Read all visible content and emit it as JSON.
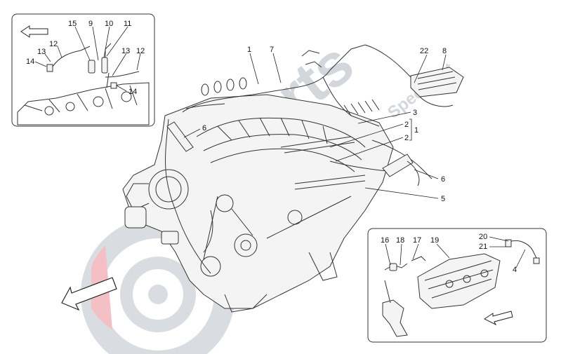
{
  "watermark": {
    "text_main": "Parts",
    "text_sub": "Specialist",
    "colors": {
      "grey": "#cfd3d8",
      "red": "#f4b9bf"
    }
  },
  "callouts": {
    "c1": "1",
    "c2a": "2",
    "c2b": "2",
    "c1b": "1",
    "c3": "3",
    "c4": "4",
    "c5": "5",
    "c6a": "6",
    "c6b": "6",
    "c7": "7",
    "c8": "8",
    "c9": "9",
    "c10": "10",
    "c11": "11",
    "c12a": "12",
    "c12b": "12",
    "c13a": "13",
    "c13b": "13",
    "c14a": "14",
    "c14b": "14",
    "c15": "15",
    "c16": "16",
    "c17": "17",
    "c18": "18",
    "c19": "19",
    "c20": "20",
    "c21": "21",
    "c22": "22"
  },
  "icons": [
    "direction-arrow-icon",
    "watermark-disc-icon"
  ]
}
